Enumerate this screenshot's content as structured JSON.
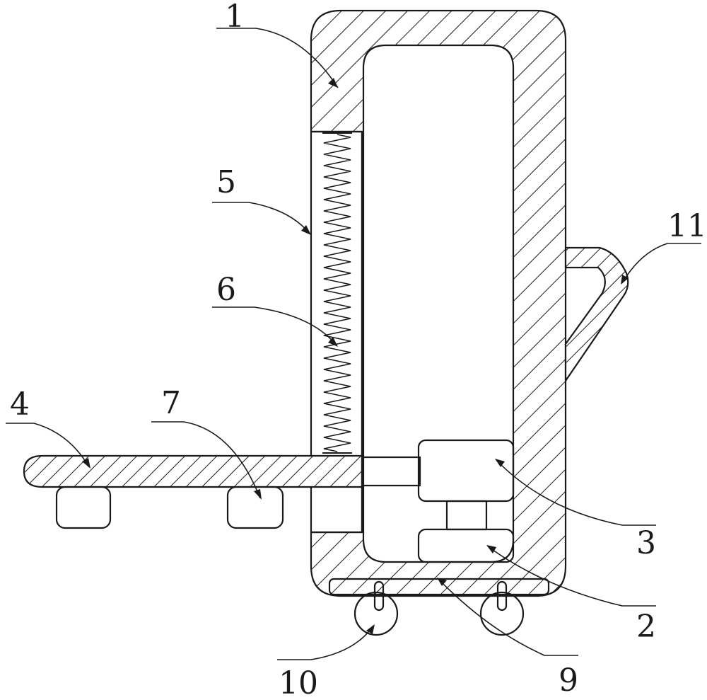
{
  "colors": {
    "line": "#1a1a1a",
    "background": "#ffffff"
  },
  "callouts": [
    {
      "id": "1",
      "label": "1"
    },
    {
      "id": "2",
      "label": "2"
    },
    {
      "id": "3",
      "label": "3"
    },
    {
      "id": "4",
      "label": "4"
    },
    {
      "id": "5",
      "label": "5"
    },
    {
      "id": "6",
      "label": "6"
    },
    {
      "id": "7",
      "label": "7"
    },
    {
      "id": "9",
      "label": "9"
    },
    {
      "id": "10",
      "label": "10"
    },
    {
      "id": "11",
      "label": "11"
    }
  ]
}
